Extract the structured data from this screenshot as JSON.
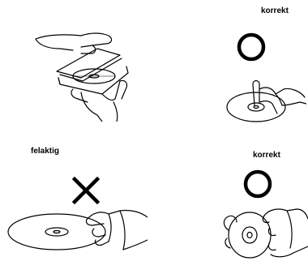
{
  "labels": {
    "top_right": "korrekt",
    "bottom_left": "felaktig",
    "bottom_right": "korrekt"
  },
  "symbols": {
    "correct": "circle-correct-icon",
    "incorrect": "cross-incorrect-icon"
  },
  "colors": {
    "ink": "#000000",
    "background": "#ffffff"
  }
}
